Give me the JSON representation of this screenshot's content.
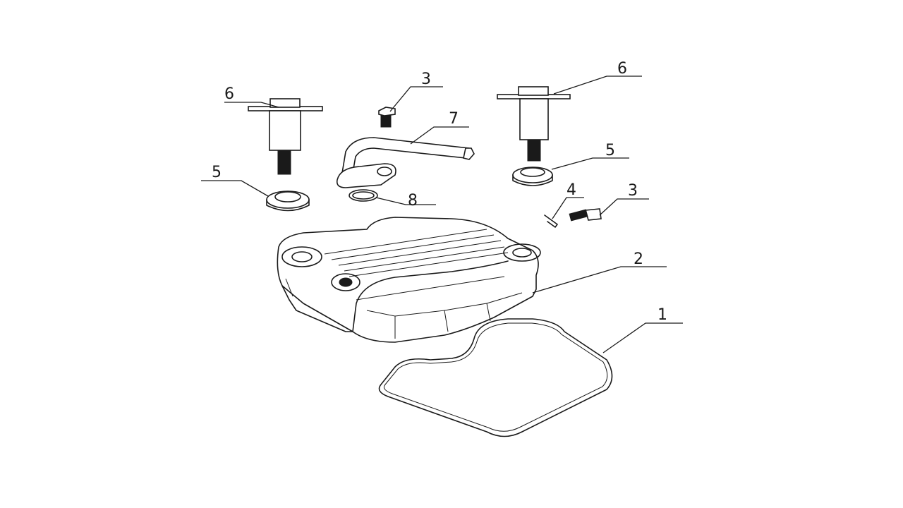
{
  "diagram": {
    "callouts": [
      {
        "id": "c1",
        "label": "1"
      },
      {
        "id": "c2",
        "label": "2"
      },
      {
        "id": "c3a",
        "label": "3"
      },
      {
        "id": "c3b",
        "label": "3"
      },
      {
        "id": "c4",
        "label": "4"
      },
      {
        "id": "c5a",
        "label": "5"
      },
      {
        "id": "c5b",
        "label": "5"
      },
      {
        "id": "c6a",
        "label": "6"
      },
      {
        "id": "c6b",
        "label": "6"
      },
      {
        "id": "c7",
        "label": "7"
      },
      {
        "id": "c8",
        "label": "8"
      }
    ],
    "colors": {
      "line": "#1a1a1a",
      "background": "#ffffff"
    }
  }
}
